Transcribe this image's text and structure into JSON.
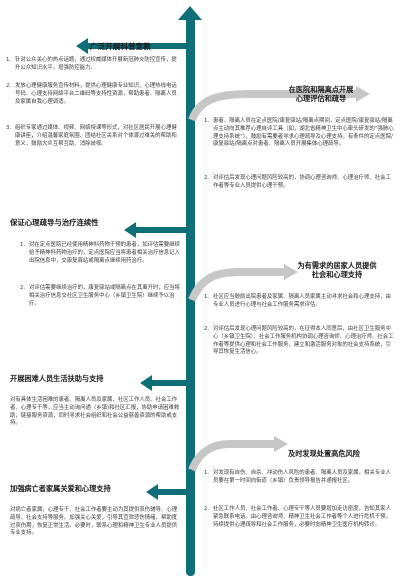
{
  "colors": {
    "teal": "#0f6f78",
    "gray": "#c7c7c7"
  },
  "sections": {
    "s1": {
      "title": "广泛开展科普宣教",
      "items": [
        {
          "num": "1.",
          "text": "针对公众关心的热点话题，通过权威媒体开展新冠肺炎防控宣传，提升公众知识水平，增强防控能力。"
        },
        {
          "num": "2.",
          "text": "发放心理健康服务宣传材料，提供心理健康专业知识、心理热线电话号码、心理支持网络平台二维码等支持性资源，帮助患者、隔离人员及家属自我心理调适。"
        },
        {
          "num": "3.",
          "text": "组织专家通过媒体、视频、网络授课等形式，对社区居民开展心理健康讲座，介绍温馨家庭氛围、团结社区关系对个体渡过难关的帮助和意义，鼓励大众互帮互助、消除歧视。"
        }
      ]
    },
    "s2": {
      "title_line1": "在医院和隔离点开展",
      "title_line2": "心理评估和疏导",
      "items": [
        {
          "num": "1.",
          "text": "患者、隔离人员在定点医院/康复驿站/隔离点期间，定点医院/康复驿站/隔离点主动向其推荐心理自评工具（如，湖北省精神卫生中心牵头研发的“强肺心理支持系统”），鼓励有需要者寻求心理疏导及心理支持。有条件的定点医院/康复驿站/隔离点对患者、隔离人员开展集体心理疏导。"
        },
        {
          "num": "2.",
          "text": "对评估后发现心理问题风险较高的，协调心理咨询师、心理治疗师、社会工作者等专业人员提供心理干预。"
        }
      ]
    },
    "s3": {
      "title": "保证心理疏导与治疗连续性",
      "items": [
        {
          "num": "1.",
          "text": "对在定点医院已经使用精神科药物干预的患者，如评估需要继续给予精神科药物治疗的，定点医院应当将患者相关治疗信息记入出院信息中，交康复驿站或隔离点继续用药治疗。"
        },
        {
          "num": "2.",
          "text": "对评估需要继续治疗的，康复驿站或隔离点在其离开时，应当将相关治疗信息交社区卫生服务中心（乡镇卫生院）继续予以治疗。"
        }
      ]
    },
    "s4": {
      "title_line1": "为有需求的居家人员提供",
      "title_line2": "社会和心理支持",
      "items": [
        {
          "num": "1.",
          "text": "社区应当鼓励出院患者及家属、隔离人员家属主动寻求社会和心理支持，由专业人员进行心理与社会工作服务需求评估。"
        },
        {
          "num": "2.",
          "text": "对评估后发现心理问题风险较高的，在征得本人同意后，由社区卫生服务中心（乡镇卫生院）、社会工作服务机构协调心理咨询师、心理治疗师、社会工作者等提供心理和社会工作服务，建立和激活服务对象的社会支持系统，引导其恢复生活信心。"
        }
      ]
    },
    "s5": {
      "title": "开展困难人员生活扶助与支持",
      "text": "对有具体生活困难的患者、隔离人员及家属，社区工作人员、社会工作者、心理专干等，应当主动询问通（乡镇)和社区汇报，协助申请困难救助，链接服务资源，同时寻求社会组织和社会公益慈善资源的帮助或支持。"
    },
    "s6": {
      "title": "及时发现处置高危风险",
      "items": [
        {
          "num": "1.",
          "text": "对发现有自伤、自杀、冲动伤人风险的患者、隔离人员及家属，相关专业人员要在第一时间向街道（乡镇）负责领导报告并通报社区。"
        },
        {
          "num": "2.",
          "text": "社区工作人员、社会工作者、心理专干等人员要增加走访密度，告知其家人紧急联系电话。由心理咨询师、精神卫生社会工作者等个人进行危机干预，持续提供心理疏导和社会工作服务，必要时向精神卫生医疗机构转诊。"
        }
      ]
    },
    "s7": {
      "title": "加强病亡者家属关爱和心理支持",
      "text": "对病亡者家属，心理专干、社会工作者要主动为其提供哀伤辅导、心理疏导、社会支持等服务。加强关心关爱，引导其宣泄悲伤情绪，帮助度过哀伤期，恢复正常生活。必要时，联系心理和精神卫生专业人员提供专业支持。"
    }
  }
}
